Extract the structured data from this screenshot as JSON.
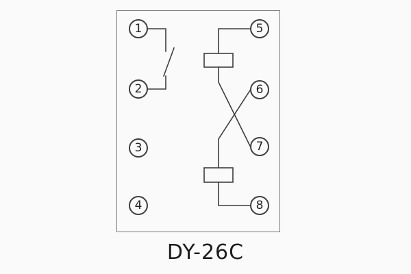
{
  "diagram": {
    "kind": "relay-terminal-wiring-diagram",
    "title": "DY-26C",
    "terminals": [
      {
        "label": "1"
      },
      {
        "label": "2"
      },
      {
        "label": "3"
      },
      {
        "label": "4"
      },
      {
        "label": "5"
      },
      {
        "label": "6"
      },
      {
        "label": "7"
      },
      {
        "label": "8"
      }
    ],
    "connections": [
      {
        "from": "1",
        "to": "2",
        "through": "normally-open-contact"
      },
      {
        "from": "5",
        "to": "7",
        "through": "coil-top, crossover"
      },
      {
        "from": "6",
        "to": "8",
        "through": "crossover, coil-bottom"
      }
    ],
    "colors": {
      "line": "#3d3d3d",
      "background": "#fafafa"
    }
  }
}
